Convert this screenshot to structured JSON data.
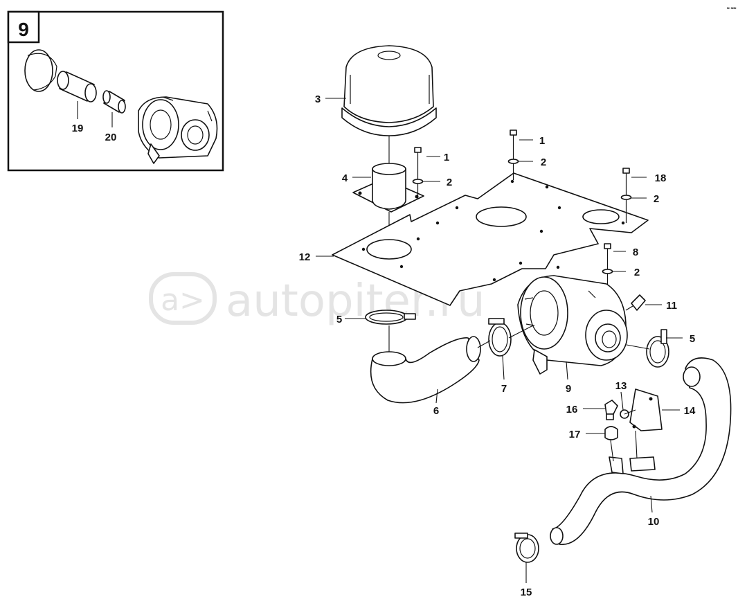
{
  "inset": {
    "number": "9",
    "labels": [
      "19",
      "20"
    ]
  },
  "callouts": [
    "3",
    "1",
    "2",
    "4",
    "1",
    "2",
    "18",
    "2",
    "12",
    "8",
    "2",
    "5",
    "11",
    "5",
    "7",
    "6",
    "9",
    "13",
    "16",
    "14",
    "17",
    "10",
    "15"
  ],
  "watermark": {
    "logo_text": "a>",
    "text": "autopiter.ru"
  },
  "corner_mark": "≈ ≈≈"
}
